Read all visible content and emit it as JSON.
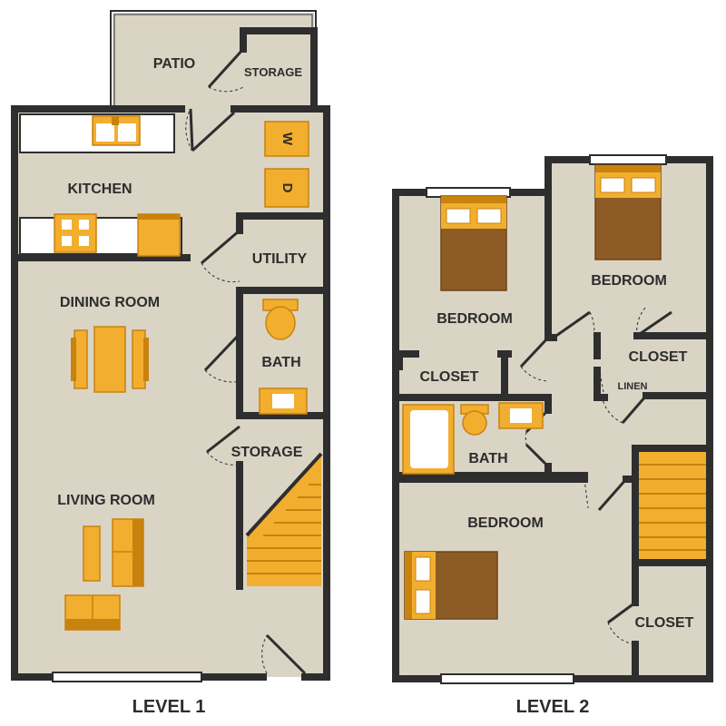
{
  "colors": {
    "floor": "#dad4c5",
    "wall": "#2e2e2e",
    "accent": "#f2ae2e",
    "accent_stroke": "#c8820e",
    "bed_wood": "#8d5b25",
    "counter": "#ffffff",
    "background": "#ffffff"
  },
  "level1": {
    "label": "LEVEL 1",
    "rooms": {
      "patio": "PATIO",
      "storage_top": "STORAGE",
      "kitchen": "KITCHEN",
      "utility": "UTILITY",
      "dining": "DINING ROOM",
      "bath": "BATH",
      "storage_stair": "STORAGE",
      "living": "LIVING ROOM"
    },
    "appliances": {
      "washer": "W",
      "dryer": "D"
    }
  },
  "level2": {
    "label": "LEVEL 2",
    "rooms": {
      "bedroom_left": "BEDROOM",
      "bedroom_right": "BEDROOM",
      "closet_left": "CLOSET",
      "closet_right": "CLOSET",
      "linen": "LINEN",
      "bath": "BATH",
      "bedroom_bottom": "BEDROOM",
      "closet_bottom": "CLOSET"
    }
  }
}
